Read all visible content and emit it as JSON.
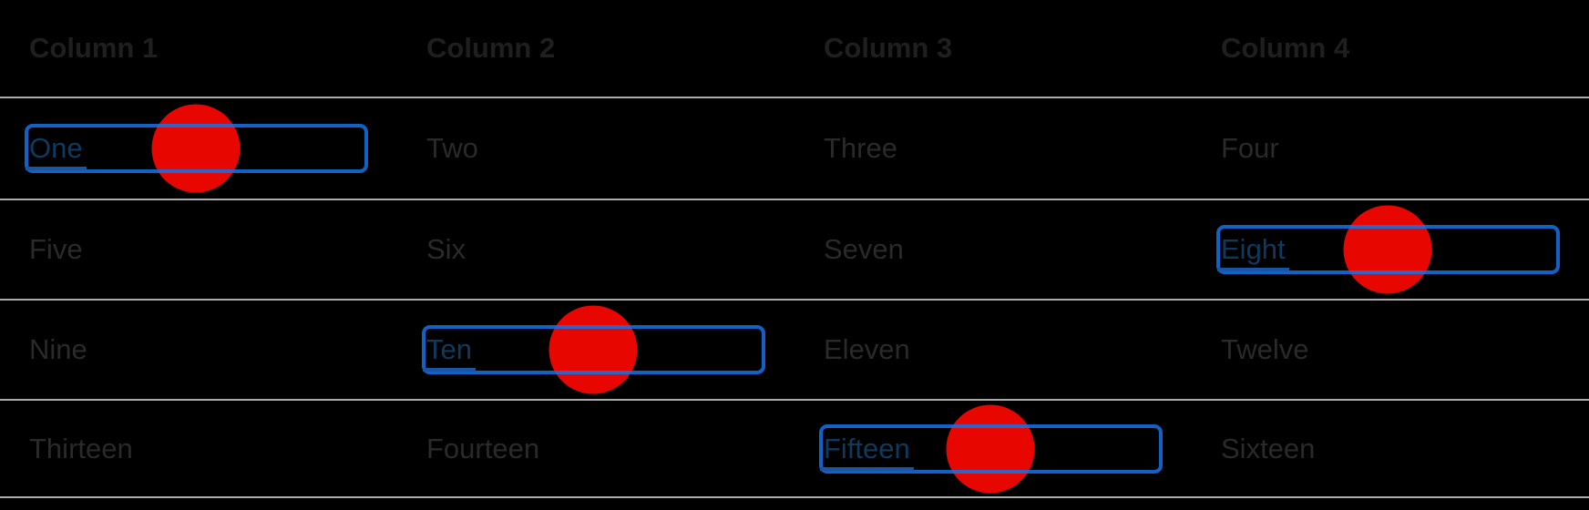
{
  "table": {
    "columns": [
      "Column 1",
      "Column 2",
      "Column 3",
      "Column 4"
    ],
    "rows": [
      {
        "cells": [
          {
            "text": "One",
            "focused": true,
            "click_marker": true
          },
          {
            "text": "Two",
            "focused": false,
            "click_marker": false
          },
          {
            "text": "Three",
            "focused": false,
            "click_marker": false
          },
          {
            "text": "Four",
            "focused": false,
            "click_marker": false
          }
        ]
      },
      {
        "cells": [
          {
            "text": "Five",
            "focused": false,
            "click_marker": false
          },
          {
            "text": "Six",
            "focused": false,
            "click_marker": false
          },
          {
            "text": "Seven",
            "focused": false,
            "click_marker": false
          },
          {
            "text": "Eight",
            "focused": true,
            "click_marker": true
          }
        ]
      },
      {
        "cells": [
          {
            "text": "Nine",
            "focused": false,
            "click_marker": false
          },
          {
            "text": "Ten",
            "focused": true,
            "click_marker": true
          },
          {
            "text": "Eleven",
            "focused": false,
            "click_marker": false
          },
          {
            "text": "Twelve",
            "focused": false,
            "click_marker": false
          }
        ]
      },
      {
        "cells": [
          {
            "text": "Thirteen",
            "focused": false,
            "click_marker": false
          },
          {
            "text": "Fourteen",
            "focused": false,
            "click_marker": false
          },
          {
            "text": "Fifteen",
            "focused": true,
            "click_marker": true
          },
          {
            "text": "Sixteen",
            "focused": false,
            "click_marker": false
          }
        ]
      }
    ]
  },
  "colors": {
    "background": "#000000",
    "header_text": "#1f1f1f",
    "cell_text": "#2a2a2a",
    "divider": "#ababab",
    "focus_ring_blue": "#1473e6",
    "focused_cell_text": "#0f3a5e",
    "focused_cell_underline": "#1a55a3",
    "click_marker_red": "#e80600"
  }
}
